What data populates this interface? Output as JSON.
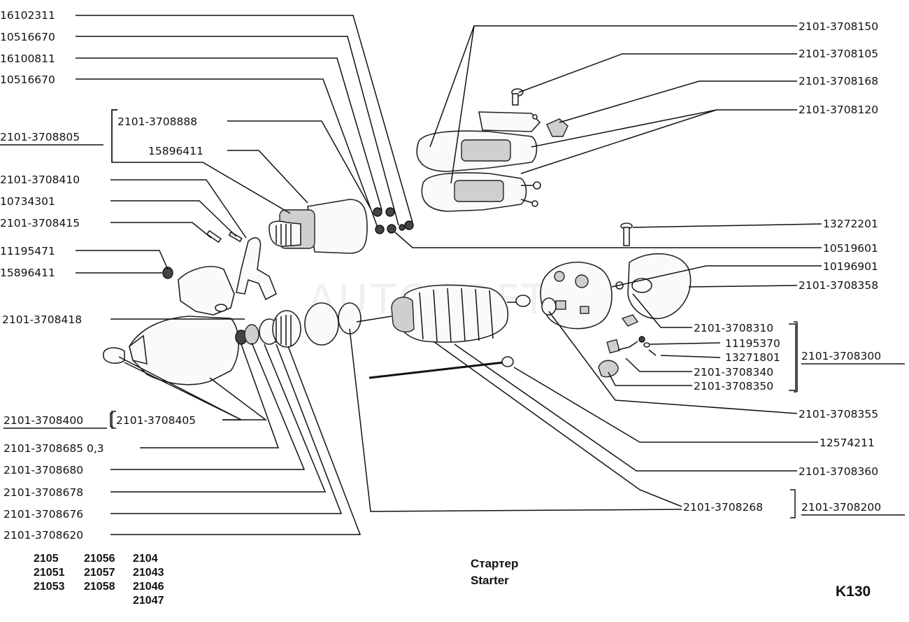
{
  "watermark": "AUTOSOFT",
  "title_ru": "Стартер",
  "title_en": "Starter",
  "page_code": "K130",
  "models": [
    "2105",
    "21056",
    "2104",
    "21051",
    "21057",
    "21043",
    "21053",
    "21058",
    "21046",
    "",
    "",
    "21047"
  ],
  "left_labels": [
    {
      "text": "16102311",
      "underline": false
    },
    {
      "text": "10516670",
      "underline": false
    },
    {
      "text": "16100811",
      "underline": false
    },
    {
      "text": "10516670",
      "underline": false
    },
    {
      "text": "2101-3708888",
      "underline": false
    },
    {
      "text": "2101-3708805",
      "underline": true
    },
    {
      "text": "15896411",
      "underline": false
    },
    {
      "text": "2101-3708410",
      "underline": false
    },
    {
      "text": "10734301",
      "underline": false
    },
    {
      "text": "2101-3708415",
      "underline": false
    },
    {
      "text": "11195471",
      "underline": false
    },
    {
      "text": "15896411",
      "underline": false
    },
    {
      "text": "2101-3708418",
      "underline": false
    },
    {
      "text": "2101-3708400",
      "underline": true
    },
    {
      "text": "2101-3708405",
      "underline": false
    },
    {
      "text": "2101-3708685 0,3",
      "underline": false
    },
    {
      "text": "2101-3708680",
      "underline": false
    },
    {
      "text": "2101-3708678",
      "underline": false
    },
    {
      "text": "2101-3708676",
      "underline": false
    },
    {
      "text": "2101-3708620",
      "underline": false
    }
  ],
  "right_labels": [
    {
      "text": "2101-3708150",
      "underline": false
    },
    {
      "text": "2101-3708105",
      "underline": false
    },
    {
      "text": "2101-3708168",
      "underline": false
    },
    {
      "text": "2101-3708120",
      "underline": false
    },
    {
      "text": "13272201",
      "underline": false
    },
    {
      "text": "10519601",
      "underline": false
    },
    {
      "text": "10196901",
      "underline": false
    },
    {
      "text": "2101-3708358",
      "underline": false
    },
    {
      "text": "2101-3708310",
      "underline": false
    },
    {
      "text": "11195370",
      "underline": false
    },
    {
      "text": "2101-3708300",
      "underline": true
    },
    {
      "text": "13271801",
      "underline": false
    },
    {
      "text": "2101-3708340",
      "underline": false
    },
    {
      "text": "2101-3708350",
      "underline": false
    },
    {
      "text": "2101-3708355",
      "underline": false
    },
    {
      "text": "12574211",
      "underline": false
    },
    {
      "text": "2101-3708360",
      "underline": false
    },
    {
      "text": "2101-3708268",
      "underline": false
    },
    {
      "text": "2101-3708200",
      "underline": true
    }
  ]
}
